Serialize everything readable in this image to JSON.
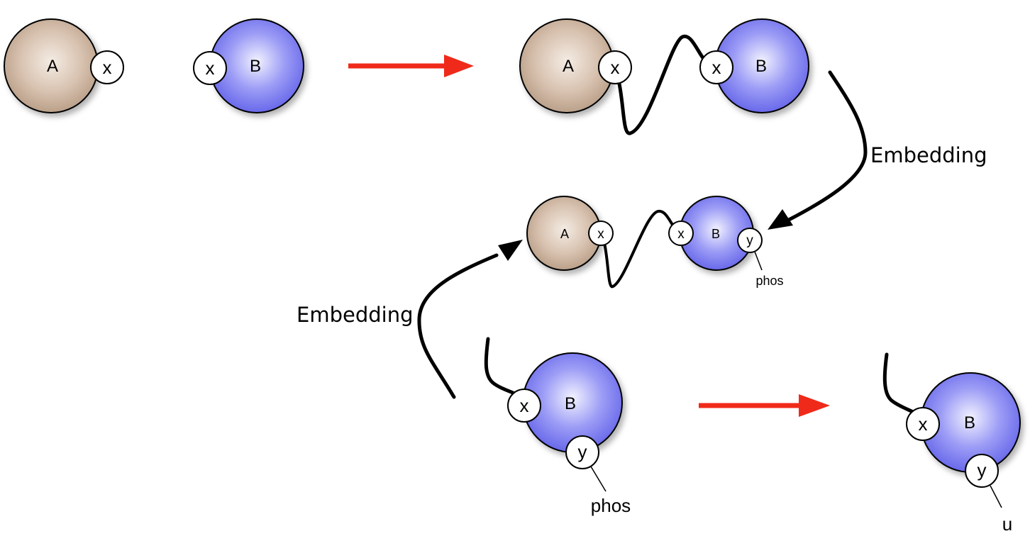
{
  "agents": {
    "a": "A",
    "b": "B"
  },
  "sites": {
    "x": "x",
    "y": "y"
  },
  "states": {
    "phos": "phos",
    "u": "u"
  },
  "arrows": {
    "embedding_top": "Embedding",
    "embedding_left": "Embedding"
  },
  "colors": {
    "agent_a": "#c8ad96",
    "agent_b": "#7878f0",
    "rule_arrow": "#f02a1a",
    "site_fill": "#ffffff"
  }
}
